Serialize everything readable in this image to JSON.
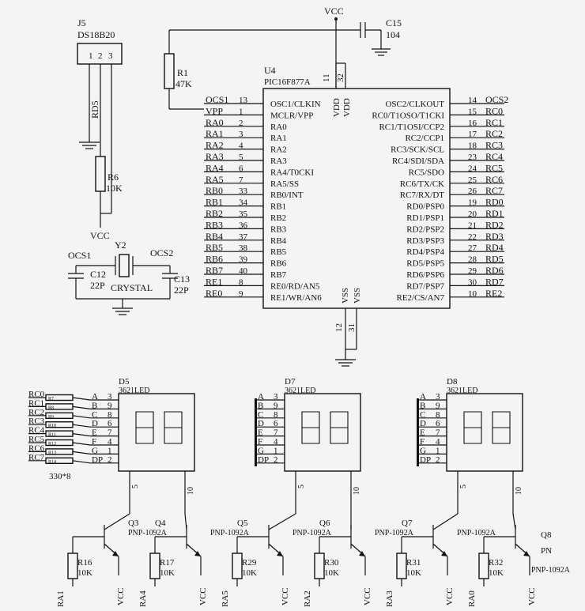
{
  "power": {
    "vcc_top": "VCC",
    "vcc_r6": "VCC"
  },
  "cap_c15": {
    "ref": "C15",
    "value": "104"
  },
  "r1": {
    "ref": "R1",
    "value": "47K"
  },
  "j5": {
    "ref": "J5",
    "part": "DS18B20",
    "pins": [
      "1",
      "2",
      "3"
    ]
  },
  "rd5": {
    "label": "RD5"
  },
  "r6": {
    "ref": "R6",
    "value": "10K"
  },
  "u4": {
    "ref": "U4",
    "part": "PIC16F877A",
    "top_pin_labels": [
      "VDD",
      "VDD"
    ],
    "top_pin_numbers": [
      "11",
      "32"
    ],
    "bottom_pin_labels": [
      "VSS",
      "VSS"
    ],
    "bottom_pin_numbers": [
      "12",
      "31"
    ],
    "left_pins": [
      {
        "net": "OCS1",
        "num": "13",
        "name": "OSC1/CLKIN"
      },
      {
        "net": "VPP",
        "num": "1",
        "name": "MCLR/VPP"
      },
      {
        "net": "RA0",
        "num": "2",
        "name": "RA0"
      },
      {
        "net": "RA1",
        "num": "3",
        "name": "RA1"
      },
      {
        "net": "RA2",
        "num": "4",
        "name": "RA2"
      },
      {
        "net": "RA3",
        "num": "5",
        "name": "RA3"
      },
      {
        "net": "RA4",
        "num": "6",
        "name": "RA4/T0CKI"
      },
      {
        "net": "RA5",
        "num": "7",
        "name": "RA5/SS"
      },
      {
        "net": "RB0",
        "num": "33",
        "name": "RB0/INT"
      },
      {
        "net": "RB1",
        "num": "34",
        "name": "RB1"
      },
      {
        "net": "RB2",
        "num": "35",
        "name": "RB2"
      },
      {
        "net": "RB3",
        "num": "36",
        "name": "RB3"
      },
      {
        "net": "RB4",
        "num": "37",
        "name": "RB4"
      },
      {
        "net": "RB5",
        "num": "38",
        "name": "RB5"
      },
      {
        "net": "RB6",
        "num": "39",
        "name": "RB6"
      },
      {
        "net": "RB7",
        "num": "40",
        "name": "RB7"
      },
      {
        "net": "RE1",
        "num": "8",
        "name": "RE0/RD/AN5"
      },
      {
        "net": "RE0",
        "num": "9",
        "name": "RE1/WR/AN6"
      }
    ],
    "right_pins": [
      {
        "net": "OCS2",
        "num": "14",
        "name": "OSC2/CLKOUT"
      },
      {
        "net": "RC0",
        "num": "15",
        "name": "RC0/T1OSO/T1CKI"
      },
      {
        "net": "RC1",
        "num": "16",
        "name": "RC1/T1OSI/CCP2"
      },
      {
        "net": "RC2",
        "num": "17",
        "name": "RC2/CCP1"
      },
      {
        "net": "RC3",
        "num": "18",
        "name": "RC3/SCK/SCL"
      },
      {
        "net": "RC4",
        "num": "23",
        "name": "RC4/SDI/SDA"
      },
      {
        "net": "RC5",
        "num": "24",
        "name": "RC5/SDO"
      },
      {
        "net": "RC6",
        "num": "25",
        "name": "RC6/TX/CK"
      },
      {
        "net": "RC7",
        "num": "26",
        "name": "RC7/RX/DT"
      },
      {
        "net": "RD0",
        "num": "19",
        "name": "RD0/PSP0"
      },
      {
        "net": "RD1",
        "num": "20",
        "name": "RD1/PSP1"
      },
      {
        "net": "RD2",
        "num": "21",
        "name": "RD2/PSP2"
      },
      {
        "net": "RD3",
        "num": "22",
        "name": "RD3/PSP3"
      },
      {
        "net": "RD4",
        "num": "27",
        "name": "RD4/PSP4"
      },
      {
        "net": "RD5",
        "num": "28",
        "name": "RD5/PSP5"
      },
      {
        "net": "RD6",
        "num": "29",
        "name": "RD6/PSP6"
      },
      {
        "net": "RD7",
        "num": "30",
        "name": "RD7/PSP7"
      },
      {
        "net": "RE2",
        "num": "10",
        "name": "RE2/CS/AN7"
      }
    ]
  },
  "crystal": {
    "ref": "Y2",
    "part": "CRYSTAL",
    "left_net": "OCS1",
    "right_net": "OCS2",
    "c12": {
      "ref": "C12",
      "value": "22P"
    },
    "c13": {
      "ref": "C13",
      "value": "22P"
    }
  },
  "displays": [
    {
      "ref": "D5",
      "part": "3621LED"
    },
    {
      "ref": "D7",
      "part": "3621LED"
    },
    {
      "ref": "D8",
      "part": "3621LED"
    }
  ],
  "segment_pins": [
    {
      "seg": "A",
      "num": "3"
    },
    {
      "seg": "B",
      "num": "9"
    },
    {
      "seg": "C",
      "num": "8"
    },
    {
      "seg": "D",
      "num": "6"
    },
    {
      "seg": "E",
      "num": "7"
    },
    {
      "seg": "F",
      "num": "4"
    },
    {
      "seg": "G",
      "num": "1"
    },
    {
      "seg": "DP",
      "num": "2"
    }
  ],
  "common_pins": [
    "5",
    "10"
  ],
  "segment_resistors": {
    "nets": [
      "RC0",
      "RC1",
      "RC2",
      "RC3",
      "RC4",
      "RC5",
      "RC6",
      "RC7"
    ],
    "refs": [
      "R7",
      "R8",
      "R9",
      "R10",
      "R11",
      "R12",
      "R13",
      "R14"
    ],
    "value_note": "330*8"
  },
  "drivers": [
    {
      "q": "Q3",
      "q_part": "PNP-1092A",
      "r": "R16",
      "r_value": "10K",
      "net": "RA1",
      "vcc": "VCC"
    },
    {
      "q": "Q4",
      "q_part": "PNP-1092A",
      "r": "R17",
      "r_value": "10K",
      "net": "RA4",
      "vcc": "VCC"
    },
    {
      "q": "Q5",
      "q_part": "PNP-1092A",
      "r": "R29",
      "r_value": "10K",
      "net": "RA5",
      "vcc": "VCC"
    },
    {
      "q": "Q6",
      "q_part": "PNP-1092A",
      "r": "R30",
      "r_value": "10K",
      "net": "RA2",
      "vcc": "VCC"
    },
    {
      "q": "Q7",
      "q_part": "PNP-1092A",
      "r": "R31",
      "r_value": "10K",
      "net": "RA3",
      "vcc": "VCC"
    },
    {
      "q": "Q8",
      "q_part": "PNP-1092A",
      "r": "R32",
      "r_value": "10K",
      "net": "RA0",
      "vcc": "VCC"
    }
  ],
  "q8_extra": "PN"
}
